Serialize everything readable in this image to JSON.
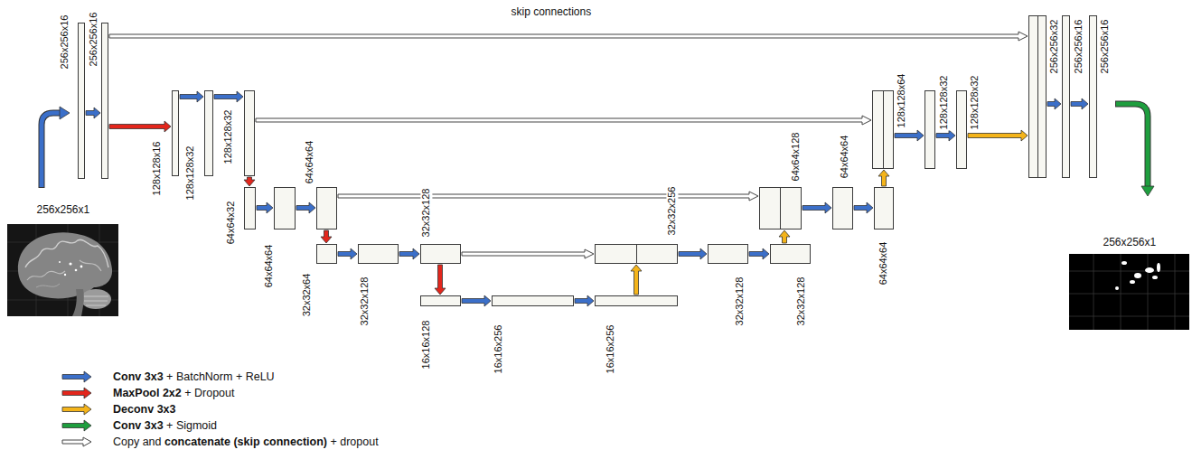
{
  "diagram": {
    "nodes": [
      {
        "text": [
          "256x256x16"
        ]
      },
      {
        "text": [
          "256x256x16"
        ]
      },
      {
        "text": [
          "128x128x16"
        ]
      },
      {
        "text": [
          "128x128x32"
        ]
      },
      {
        "text": [
          "128x128x32"
        ]
      },
      {
        "text": [
          "64x64x32"
        ]
      },
      {
        "text": [
          "64x64x64"
        ]
      },
      {
        "text": [
          "64x64x64"
        ]
      },
      {
        "text": [
          "32x32x64"
        ]
      },
      {
        "text": [
          "32x32x128"
        ]
      },
      {
        "text": [
          "32x32x128"
        ]
      },
      {
        "text": [
          "16x16x128"
        ]
      },
      {
        "text": [
          "16x16x256"
        ]
      },
      {
        "text": [
          "16x16x256"
        ]
      },
      {
        "text": [
          "32x32x256"
        ]
      },
      {
        "text": [
          "32x32x128"
        ]
      },
      {
        "text": [
          "32x32x128"
        ]
      },
      {
        "text": [
          "64x64x128"
        ]
      },
      {
        "text": [
          "64x64x64"
        ]
      },
      {
        "text": [
          "64x64x64"
        ]
      },
      {
        "text": [
          "128x128x64"
        ]
      },
      {
        "text": [
          "128x128x32"
        ]
      },
      {
        "text": [
          "128x128x32"
        ]
      },
      {
        "text": [
          "256x256x32"
        ]
      },
      {
        "text": [
          "256x256x16"
        ]
      },
      {
        "text": [
          "256x256x16"
        ]
      }
    ],
    "edges": [
      {
        "from": 0,
        "to": 1,
        "arrow": "to"
      },
      {
        "from": 1,
        "to": 2,
        "arrow": "to"
      },
      {
        "from": 2,
        "to": 3,
        "arrow": "to"
      },
      {
        "from": 3,
        "to": 4,
        "arrow": "to"
      },
      {
        "from": 4,
        "to": 5,
        "arrow": "to"
      },
      {
        "from": 5,
        "to": 6,
        "arrow": "to"
      },
      {
        "from": 6,
        "to": 7,
        "arrow": "to"
      },
      {
        "from": 7,
        "to": 8,
        "arrow": "to"
      },
      {
        "from": 8,
        "to": 9,
        "arrow": "to"
      },
      {
        "from": 9,
        "to": 10,
        "arrow": "to"
      },
      {
        "from": 10,
        "to": 11,
        "arrow": "to"
      },
      {
        "from": 11,
        "to": 12,
        "arrow": "to"
      },
      {
        "from": 12,
        "to": 13,
        "arrow": "to"
      },
      {
        "from": 13,
        "to": 14,
        "arrow": "to"
      },
      {
        "from": 14,
        "to": 15,
        "arrow": "to"
      },
      {
        "from": 15,
        "to": 16,
        "arrow": "to"
      },
      {
        "from": 16,
        "to": 17,
        "arrow": "to"
      },
      {
        "from": 17,
        "to": 18,
        "arrow": "to"
      },
      {
        "from": 18,
        "to": 19,
        "arrow": "to"
      },
      {
        "from": 19,
        "to": 20,
        "arrow": "to"
      },
      {
        "from": 20,
        "to": 21,
        "arrow": "to"
      },
      {
        "from": 21,
        "to": 22,
        "arrow": "to"
      },
      {
        "from": 22,
        "to": 23,
        "arrow": "to"
      },
      {
        "from": 23,
        "to": 24,
        "arrow": "to"
      },
      {
        "from": 24,
        "to": 25,
        "arrow": "to"
      },
      {
        "from": 1,
        "to": 23,
        "arrow": "to"
      },
      {
        "from": 4,
        "to": 20,
        "arrow": "to"
      },
      {
        "from": 7,
        "to": 17,
        "arrow": "to"
      },
      {
        "from": 10,
        "to": 14,
        "arrow": "to"
      }
    ],
    "labels": [
      "skip connections",
      "256x256x1",
      "256x256x1"
    ],
    "legend": [
      {
        "text": "Conv 3x3 + BatchNorm + ReLU",
        "color": "#3b6fc9"
      },
      {
        "text": "MaxPool 2x2 + Dropout",
        "color": "#e3261c"
      },
      {
        "text": "Deconv 3x3",
        "color": "#f4b41a"
      },
      {
        "text": "Conv 3x3 + Sigmoid",
        "color": "#1e9e3e"
      },
      {
        "text": "Copy and concatenate (skip connection) + dropout",
        "color": "#ffffff"
      }
    ]
  }
}
